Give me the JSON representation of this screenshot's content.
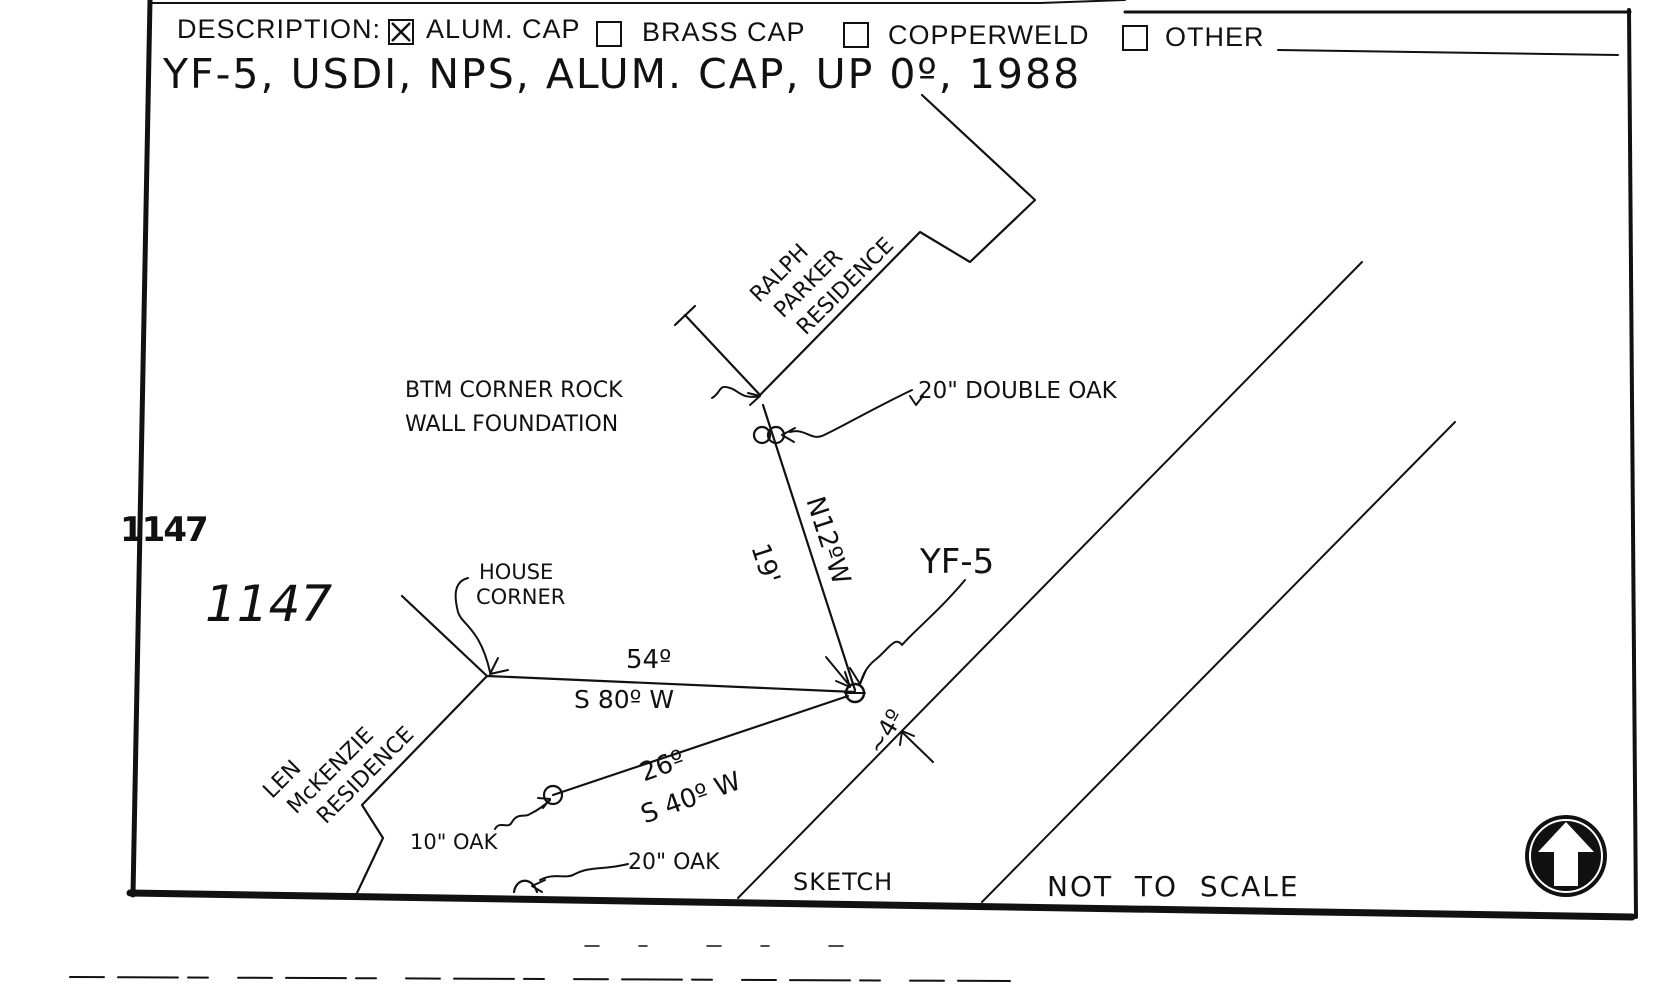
{
  "header": {
    "description_label": "DESCRIPTION:",
    "options": [
      {
        "label": "ALUM. CAP",
        "checked": true
      },
      {
        "label": "BRASS CAP",
        "checked": false
      },
      {
        "label": "COPPERWELD",
        "checked": false
      },
      {
        "label": "OTHER",
        "checked": false
      }
    ]
  },
  "description_text": "YF-5, USDI, NPS, ALUM. CAP, UP 0º, 1988",
  "margin_notes": [
    "1147",
    "1147"
  ],
  "labels": {
    "ralph_parker": [
      "RALPH",
      "PARKER",
      "RESIDENCE"
    ],
    "btm_corner": [
      "BTM CORNER ROCK",
      "WALL FOUNDATION"
    ],
    "double_oak": "20\" DOUBLE OAK",
    "bearing_n12w": "N12ºW",
    "dist_19": "19'",
    "yf5": "YF-5",
    "house_corner": [
      "HOUSE",
      "CORNER"
    ],
    "len_mckenzie": [
      "LEN",
      "McKENZIE",
      "RESIDENCE"
    ],
    "dist_54": "54º",
    "bearing_s80w": "S 80º W",
    "dist_26": "26º",
    "bearing_s40w": "S 40º W",
    "approx_4": "~4º",
    "oak_10": "10\" OAK",
    "oak_20": "20\" OAK",
    "sketch": "SKETCH",
    "not_to_scale": "NOT  TO  SCALE"
  }
}
